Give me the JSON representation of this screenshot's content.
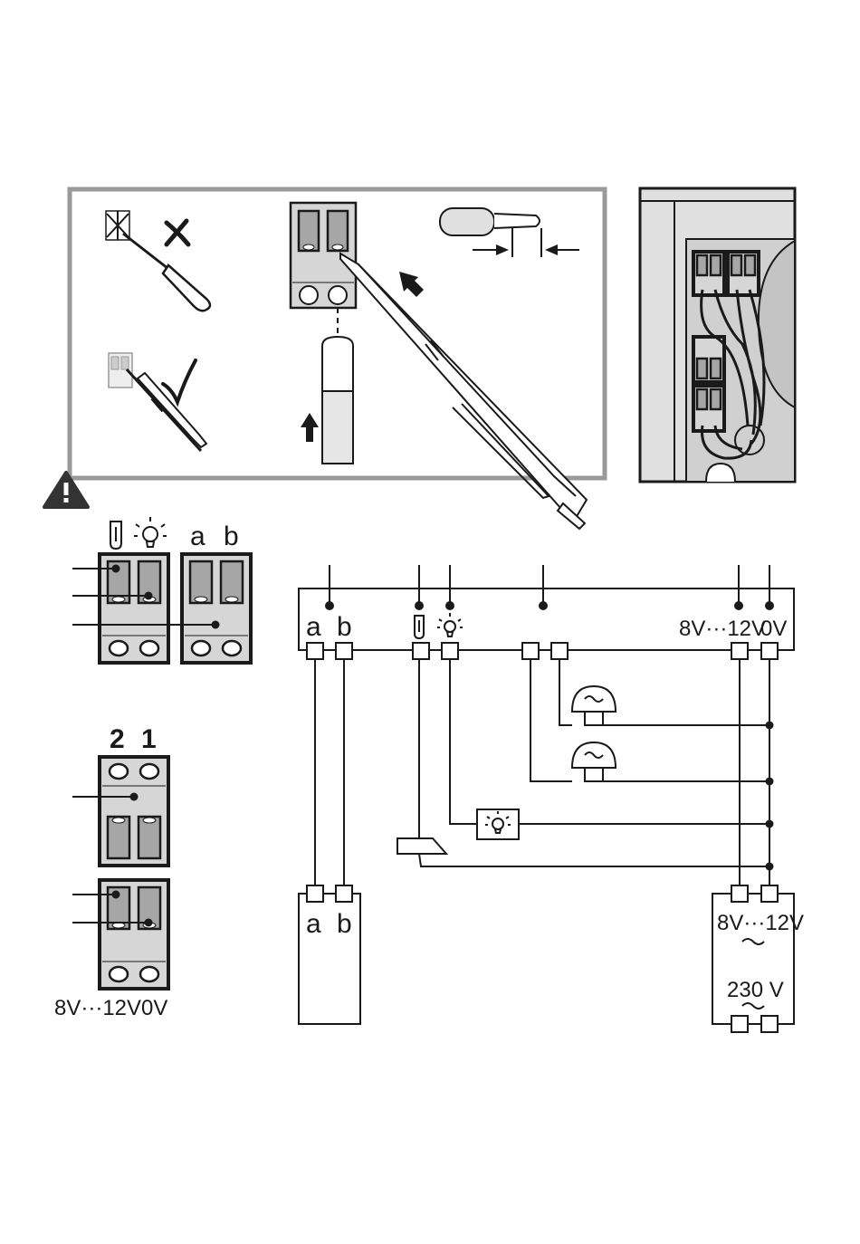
{
  "terminal_block_top": {
    "symbols": [
      "key-symbol",
      "lamp-symbol"
    ],
    "letters": [
      "a",
      "b"
    ]
  },
  "terminal_block_bottom": {
    "numbers": [
      "2",
      "1"
    ],
    "voltage_labels": [
      "8V···12V",
      "0V"
    ]
  },
  "schematic": {
    "bus_labels": {
      "a": "a",
      "b": "b",
      "supply": "8V···12V",
      "ground": "0V"
    },
    "handset": {
      "a": "a",
      "b": "b"
    },
    "transformer": {
      "secondary": "8V···12V",
      "primary": "230 V",
      "ac_symbol": "~"
    }
  },
  "icons": [
    "warning-icon",
    "cross-mark-icon",
    "check-mark-icon",
    "arrow-up-icon",
    "arrow-diagonal-icon",
    "key-icon",
    "lamp-icon",
    "bell-icon"
  ],
  "colors": {
    "line": "#1a1a1a",
    "terminal_fill": "#d6d6d6",
    "slot_fill": "#a6a6a6",
    "frame": "#9a9a9a"
  }
}
